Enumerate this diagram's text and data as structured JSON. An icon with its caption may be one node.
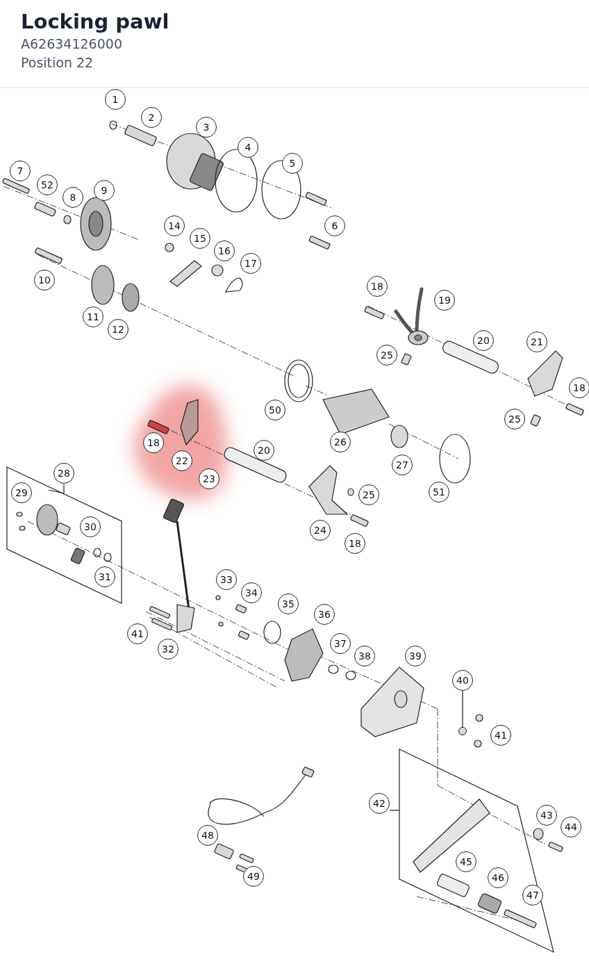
{
  "diagram": {
    "title": "Locking pawl",
    "nodes": [
      {
        "text": [
          "1"
        ]
      },
      {
        "text": [
          "2"
        ]
      },
      {
        "text": [
          "3"
        ]
      },
      {
        "text": [
          "4"
        ]
      },
      {
        "text": [
          "5"
        ]
      },
      {
        "text": [
          "7"
        ]
      },
      {
        "text": [
          "52"
        ]
      },
      {
        "text": [
          "8"
        ]
      },
      {
        "text": [
          "9"
        ]
      },
      {
        "text": [
          "14"
        ]
      },
      {
        "text": [
          "6"
        ]
      },
      {
        "text": [
          "15"
        ]
      },
      {
        "text": [
          "16"
        ]
      },
      {
        "text": [
          "17"
        ]
      },
      {
        "text": [
          "10"
        ]
      },
      {
        "text": [
          "18"
        ]
      },
      {
        "text": [
          "19"
        ]
      },
      {
        "text": [
          "11"
        ]
      },
      {
        "text": [
          "12"
        ]
      },
      {
        "text": [
          "20"
        ]
      },
      {
        "text": [
          "21"
        ]
      },
      {
        "text": [
          "25"
        ]
      },
      {
        "text": [
          "18"
        ]
      },
      {
        "text": [
          "50"
        ]
      },
      {
        "text": [
          "25"
        ]
      },
      {
        "text": [
          "18"
        ]
      },
      {
        "text": [
          "26"
        ]
      },
      {
        "text": [
          "20"
        ]
      },
      {
        "text": [
          "22"
        ]
      },
      {
        "text": [
          "27"
        ]
      },
      {
        "text": [
          "23"
        ]
      },
      {
        "text": [
          "28"
        ]
      },
      {
        "text": [
          "29"
        ]
      },
      {
        "text": [
          "51"
        ]
      },
      {
        "text": [
          "25"
        ]
      },
      {
        "text": [
          "30"
        ]
      },
      {
        "text": [
          "24"
        ]
      },
      {
        "text": [
          "18"
        ]
      },
      {
        "text": [
          "31"
        ]
      },
      {
        "text": [
          "33"
        ]
      },
      {
        "text": [
          "34"
        ]
      },
      {
        "text": [
          "35"
        ]
      },
      {
        "text": [
          "36"
        ]
      },
      {
        "text": [
          "41"
        ]
      },
      {
        "text": [
          "32"
        ]
      },
      {
        "text": [
          "37"
        ]
      },
      {
        "text": [
          "38"
        ]
      },
      {
        "text": [
          "39"
        ]
      },
      {
        "text": [
          "40"
        ]
      },
      {
        "text": [],
        "shape": "circle"
      },
      {
        "text": [
          "41"
        ]
      },
      {
        "text": [
          "42"
        ]
      },
      {
        "text": [
          "43"
        ]
      },
      {
        "text": [
          "44"
        ]
      },
      {
        "text": [
          "48"
        ]
      },
      {
        "text": [
          "45"
        ]
      },
      {
        "text": [
          "49"
        ]
      },
      {
        "text": [
          "46"
        ]
      },
      {
        "text": [
          "47"
        ]
      }
    ],
    "edges": [
      {
        "from": 48,
        "to": 49,
        "arrow": "none"
      }
    ],
    "labels": [
      "A62634126000",
      "Position 22"
    ]
  }
}
